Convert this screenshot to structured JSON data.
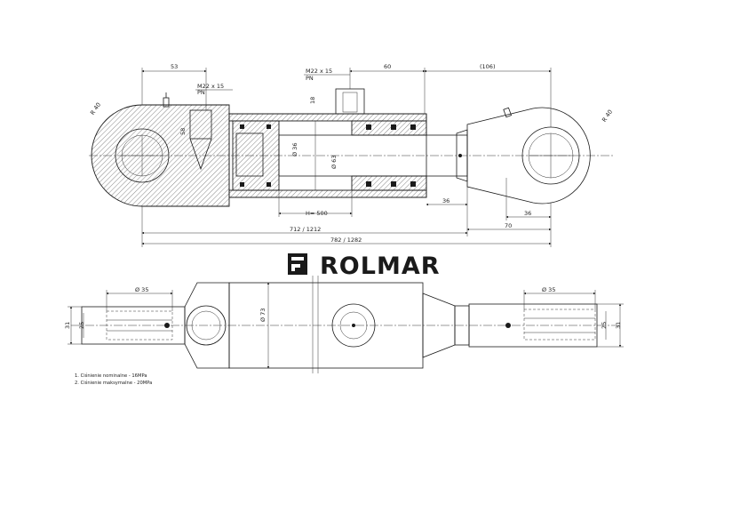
{
  "brand": {
    "name": "ROLMAR",
    "logo_icon": "rolmar-square-logo-icon"
  },
  "top_view_dims": {
    "d53": "53",
    "m22_left": "M22 x 15",
    "pn_left": "PN",
    "m22_mid": "M22 x 15",
    "pn_mid": "PN",
    "d60": "60",
    "d106": "(106)",
    "r40_left": "R 40",
    "r40_right": "R 40",
    "d58": "58",
    "d18": "18",
    "dia36": "Ø 36",
    "dia63": "Ø 63",
    "h500": "H= 500",
    "d36_a": "36",
    "d36_b": "36",
    "d70": "70",
    "d712": "712 / 1212",
    "d782": "782  /  1282"
  },
  "bottom_view_dims": {
    "dia35_left": "Ø 35",
    "dia35_right": "Ø 35",
    "dia73": "Ø 73",
    "d31_left": "31",
    "d25_left": "25",
    "d31_right": "31",
    "d25_right": "25"
  },
  "notes": [
    "1. Ciśnienie nominalne    - 16MPa",
    "2. Ciśnienie maksymalne - 20MPa"
  ],
  "colors": {
    "line": "#1a1a1a",
    "background": "#ffffff"
  }
}
